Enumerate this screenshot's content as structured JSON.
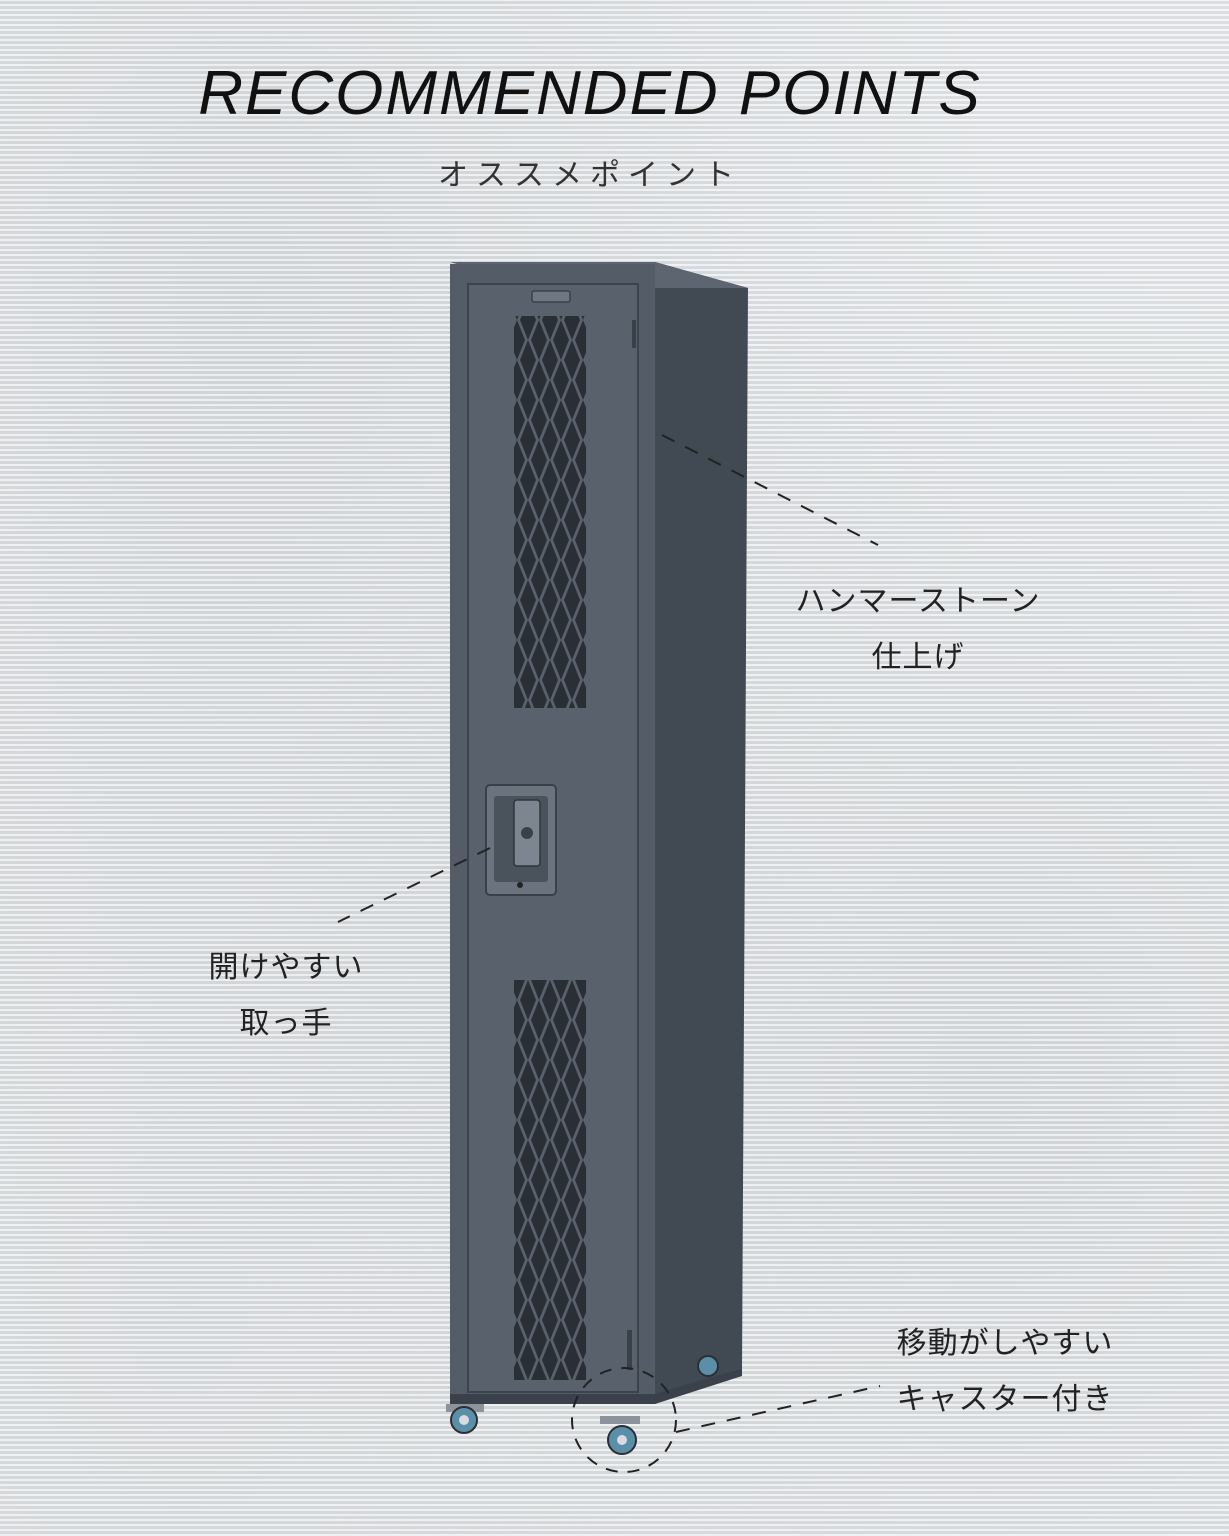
{
  "heading": {
    "title": "RECOMMENDED POINTS",
    "subtitle": "オススメポイント"
  },
  "callouts": {
    "finish": {
      "line1": "ハンマーストーン",
      "line2": "仕上げ"
    },
    "handle": {
      "line1": "開けやすい",
      "line2": "取っ手"
    },
    "casters": {
      "line1": "移動がしやすい",
      "line2": "キャスター付き"
    }
  },
  "product": {
    "color": "#4d5661"
  }
}
